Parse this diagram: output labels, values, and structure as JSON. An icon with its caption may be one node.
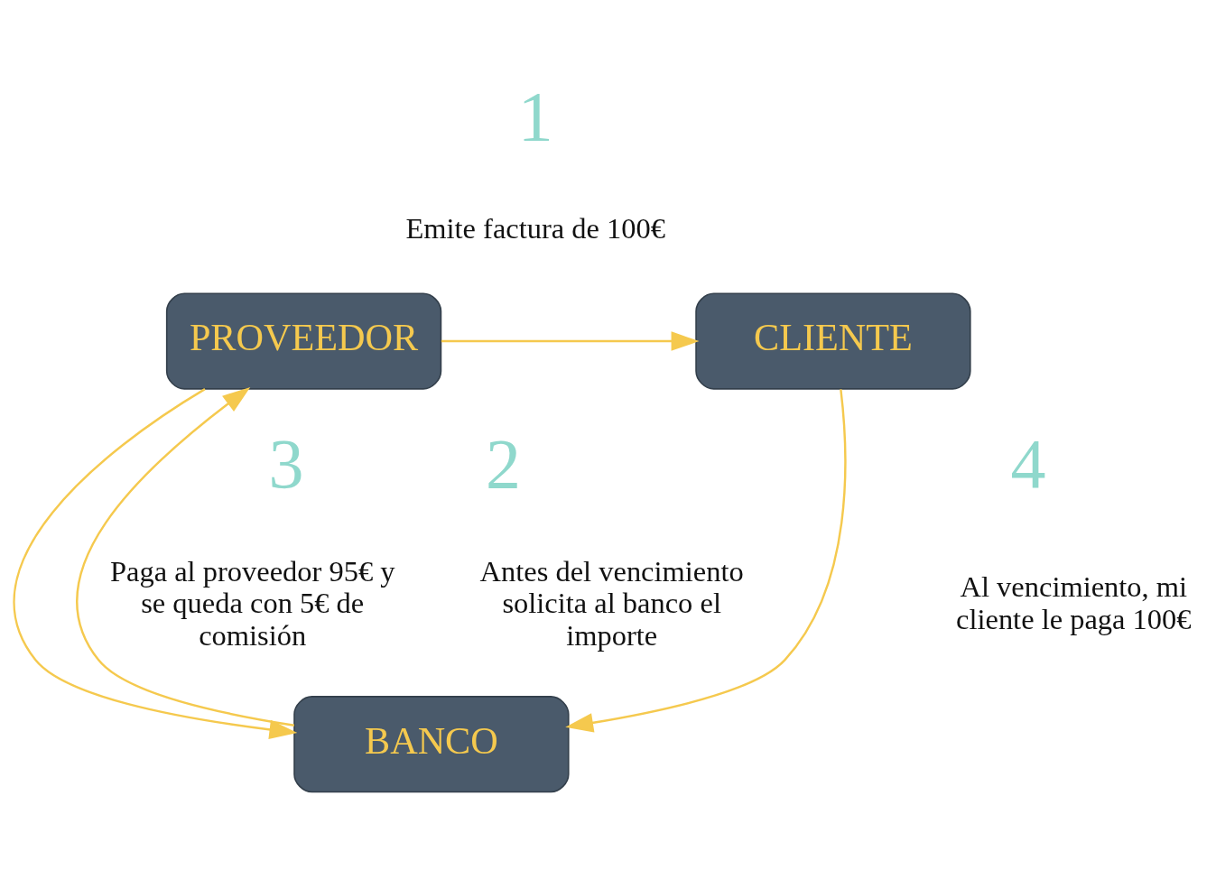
{
  "diagram": {
    "nodes": [
      {
        "text": [
          "PROVEEDOR"
        ]
      },
      {
        "text": [
          "CLIENTE"
        ]
      },
      {
        "text": [
          "BANCO"
        ]
      }
    ],
    "edges": [
      {
        "from": 0,
        "to": 1,
        "arrow": "to"
      },
      {
        "from": 0,
        "to": 2,
        "arrow": "to"
      },
      {
        "from": 2,
        "to": 0,
        "arrow": "to"
      },
      {
        "from": 1,
        "to": 2,
        "arrow": "to"
      }
    ],
    "labels": [
      "1",
      "Emite factura de 100€",
      "3",
      "Paga al proveedor 95€ y se queda con 5€ de comisión",
      "2",
      "Antes del vencimiento solicita al banco el importe",
      "4",
      "Al vencimiento, mi cliente le paga 100€"
    ]
  }
}
